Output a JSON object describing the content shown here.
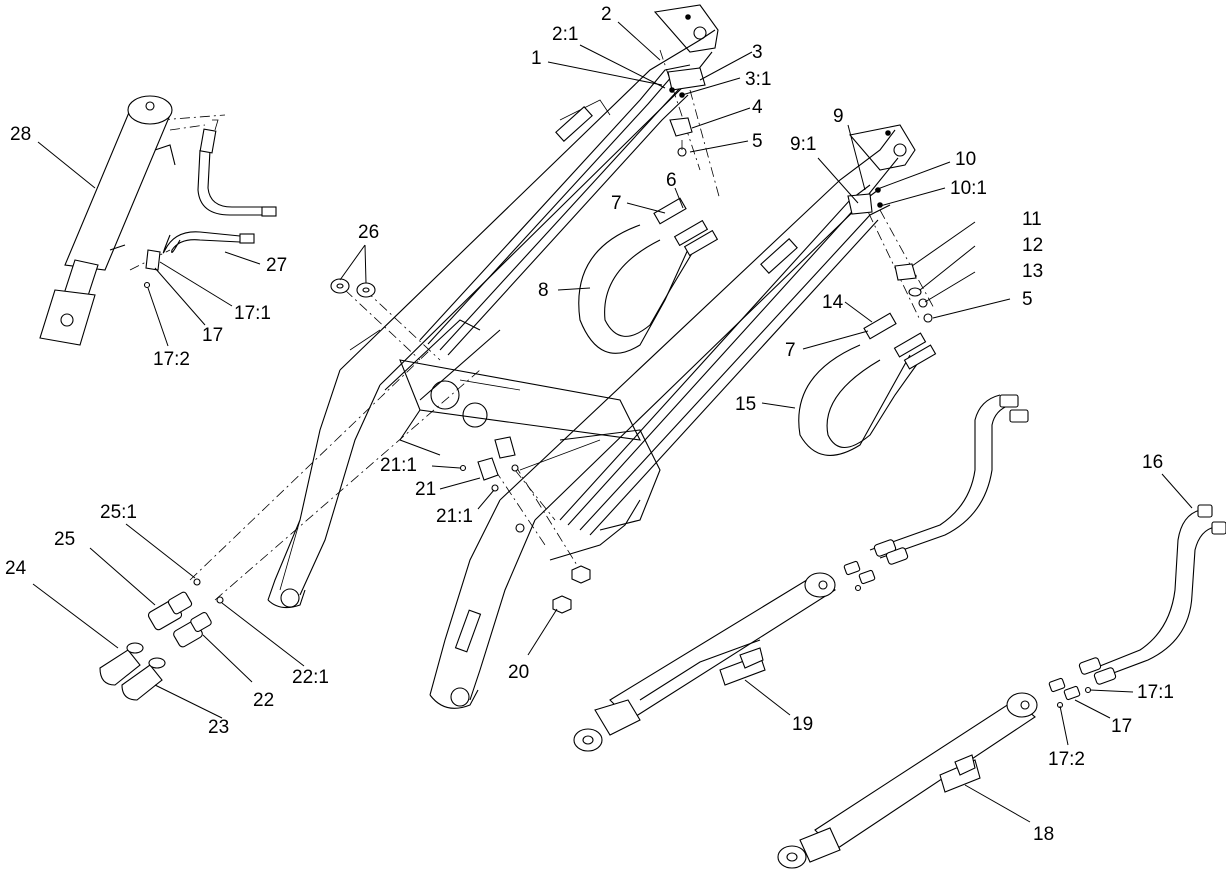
{
  "callouts": [
    {
      "id": "c1",
      "text": "1"
    },
    {
      "id": "c2",
      "text": "2"
    },
    {
      "id": "c2_1",
      "text": "2:1"
    },
    {
      "id": "c3",
      "text": "3"
    },
    {
      "id": "c3_1",
      "text": "3:1"
    },
    {
      "id": "c4",
      "text": "4"
    },
    {
      "id": "c5a",
      "text": "5"
    },
    {
      "id": "c6",
      "text": "6"
    },
    {
      "id": "c7a",
      "text": "7"
    },
    {
      "id": "c8",
      "text": "8"
    },
    {
      "id": "c9",
      "text": "9"
    },
    {
      "id": "c9_1",
      "text": "9:1"
    },
    {
      "id": "c10",
      "text": "10"
    },
    {
      "id": "c10_1",
      "text": "10:1"
    },
    {
      "id": "c11",
      "text": "11"
    },
    {
      "id": "c12",
      "text": "12"
    },
    {
      "id": "c13",
      "text": "13"
    },
    {
      "id": "c5b",
      "text": "5"
    },
    {
      "id": "c14",
      "text": "14"
    },
    {
      "id": "c7b",
      "text": "7"
    },
    {
      "id": "c15",
      "text": "15"
    },
    {
      "id": "c16",
      "text": "16"
    },
    {
      "id": "c17_1a",
      "text": "17:1"
    },
    {
      "id": "c17a",
      "text": "17"
    },
    {
      "id": "c17_2a",
      "text": "17:2"
    },
    {
      "id": "c18",
      "text": "18"
    },
    {
      "id": "c19",
      "text": "19"
    },
    {
      "id": "c20",
      "text": "20"
    },
    {
      "id": "c21_1a",
      "text": "21:1"
    },
    {
      "id": "c21",
      "text": "21"
    },
    {
      "id": "c21_1b",
      "text": "21:1"
    },
    {
      "id": "c22",
      "text": "22"
    },
    {
      "id": "c22_1",
      "text": "22:1"
    },
    {
      "id": "c23",
      "text": "23"
    },
    {
      "id": "c24",
      "text": "24"
    },
    {
      "id": "c25",
      "text": "25"
    },
    {
      "id": "c25_1",
      "text": "25:1"
    },
    {
      "id": "c26",
      "text": "26"
    },
    {
      "id": "c27",
      "text": "27"
    },
    {
      "id": "c28",
      "text": "28"
    },
    {
      "id": "c17_1b",
      "text": "17:1"
    },
    {
      "id": "c17b",
      "text": "17"
    },
    {
      "id": "c17_2b",
      "text": "17:2"
    }
  ]
}
